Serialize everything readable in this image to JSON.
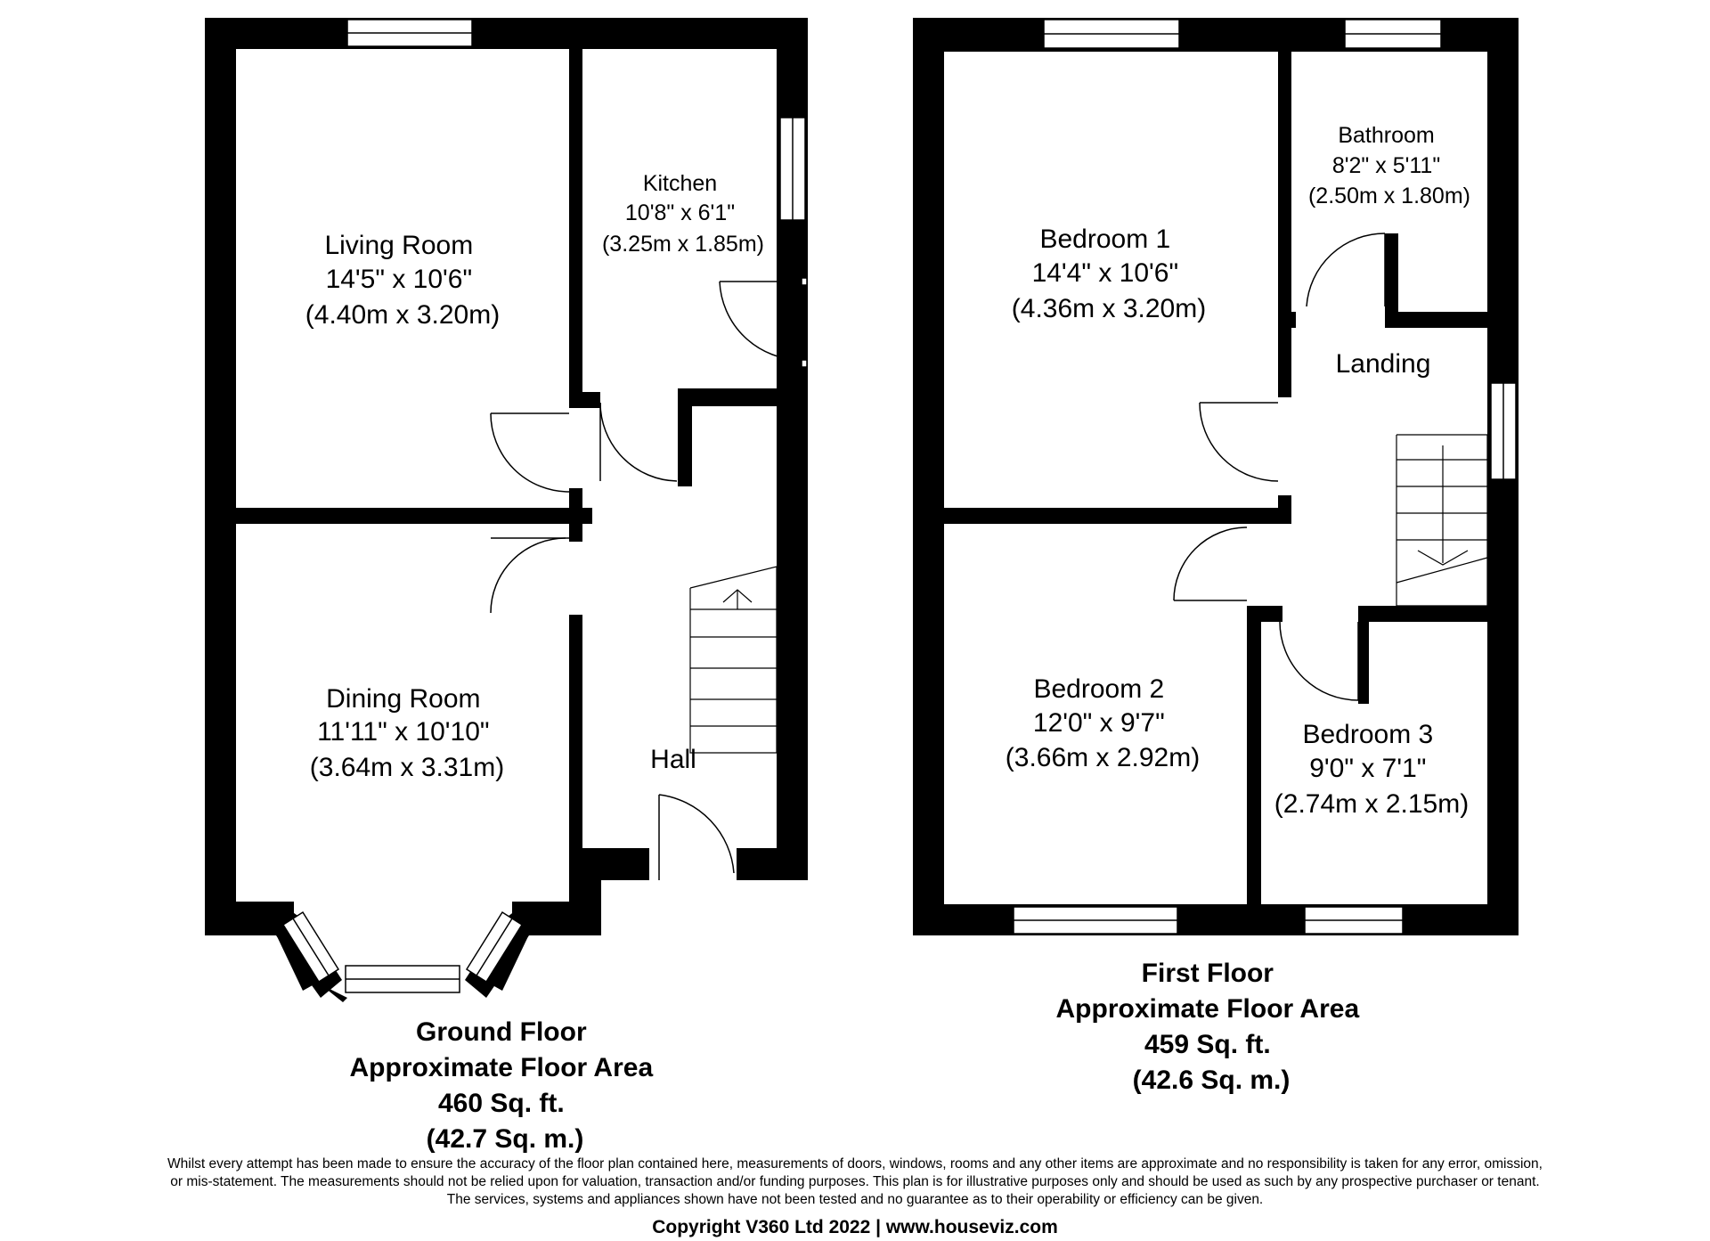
{
  "ground_floor": {
    "rooms": [
      {
        "name": "Living Room",
        "imperial": "14'5\" x 10'6\"",
        "metric": "(4.40m x 3.20m)"
      },
      {
        "name": "Kitchen",
        "imperial": "10'8\" x 6'1\"",
        "metric": "(3.25m x 1.85m)"
      },
      {
        "name": "Dining Room",
        "imperial": "11'11\" x 10'10\"",
        "metric": "(3.64m x 3.31m)"
      },
      {
        "name": "Hall"
      }
    ],
    "area": {
      "title": "Ground Floor",
      "subtitle": "Approximate Floor Area",
      "sqft": "460 Sq. ft.",
      "sqm": "(42.7 Sq. m.)"
    }
  },
  "first_floor": {
    "rooms": [
      {
        "name": "Bedroom 1",
        "imperial": "14'4\" x 10'6\"",
        "metric": "(4.36m x 3.20m)"
      },
      {
        "name": "Bathroom",
        "imperial": "8'2\" x 5'11\"",
        "metric": "(2.50m x 1.80m)"
      },
      {
        "name": "Landing"
      },
      {
        "name": "Bedroom 2",
        "imperial": "12'0\" x 9'7\"",
        "metric": "(3.66m x 2.92m)"
      },
      {
        "name": "Bedroom 3",
        "imperial": "9'0\" x 7'1\"",
        "metric": "(2.74m x 2.15m)"
      }
    ],
    "area": {
      "title": "First Floor",
      "subtitle": "Approximate Floor Area",
      "sqft": "459 Sq. ft.",
      "sqm": "(42.6 Sq. m.)"
    }
  },
  "disclaimer": {
    "line1": "Whilst every attempt has been made to ensure the accuracy of the floor plan contained here, measurements of doors, windows, rooms and any other items are approximate and no responsibility is taken for any error, omission,",
    "line2": "or mis-statement. The measurements should not be relied upon for valuation, transaction and/or funding purposes. This plan is for illustrative purposes only and should be used as such by any prospective purchaser or tenant.",
    "line3": "The services, systems and appliances shown have not been tested and no guarantee as to their operability or efficiency can be given."
  },
  "copyright": "Copyright V360 Ltd 2022 | www.houseviz.com"
}
